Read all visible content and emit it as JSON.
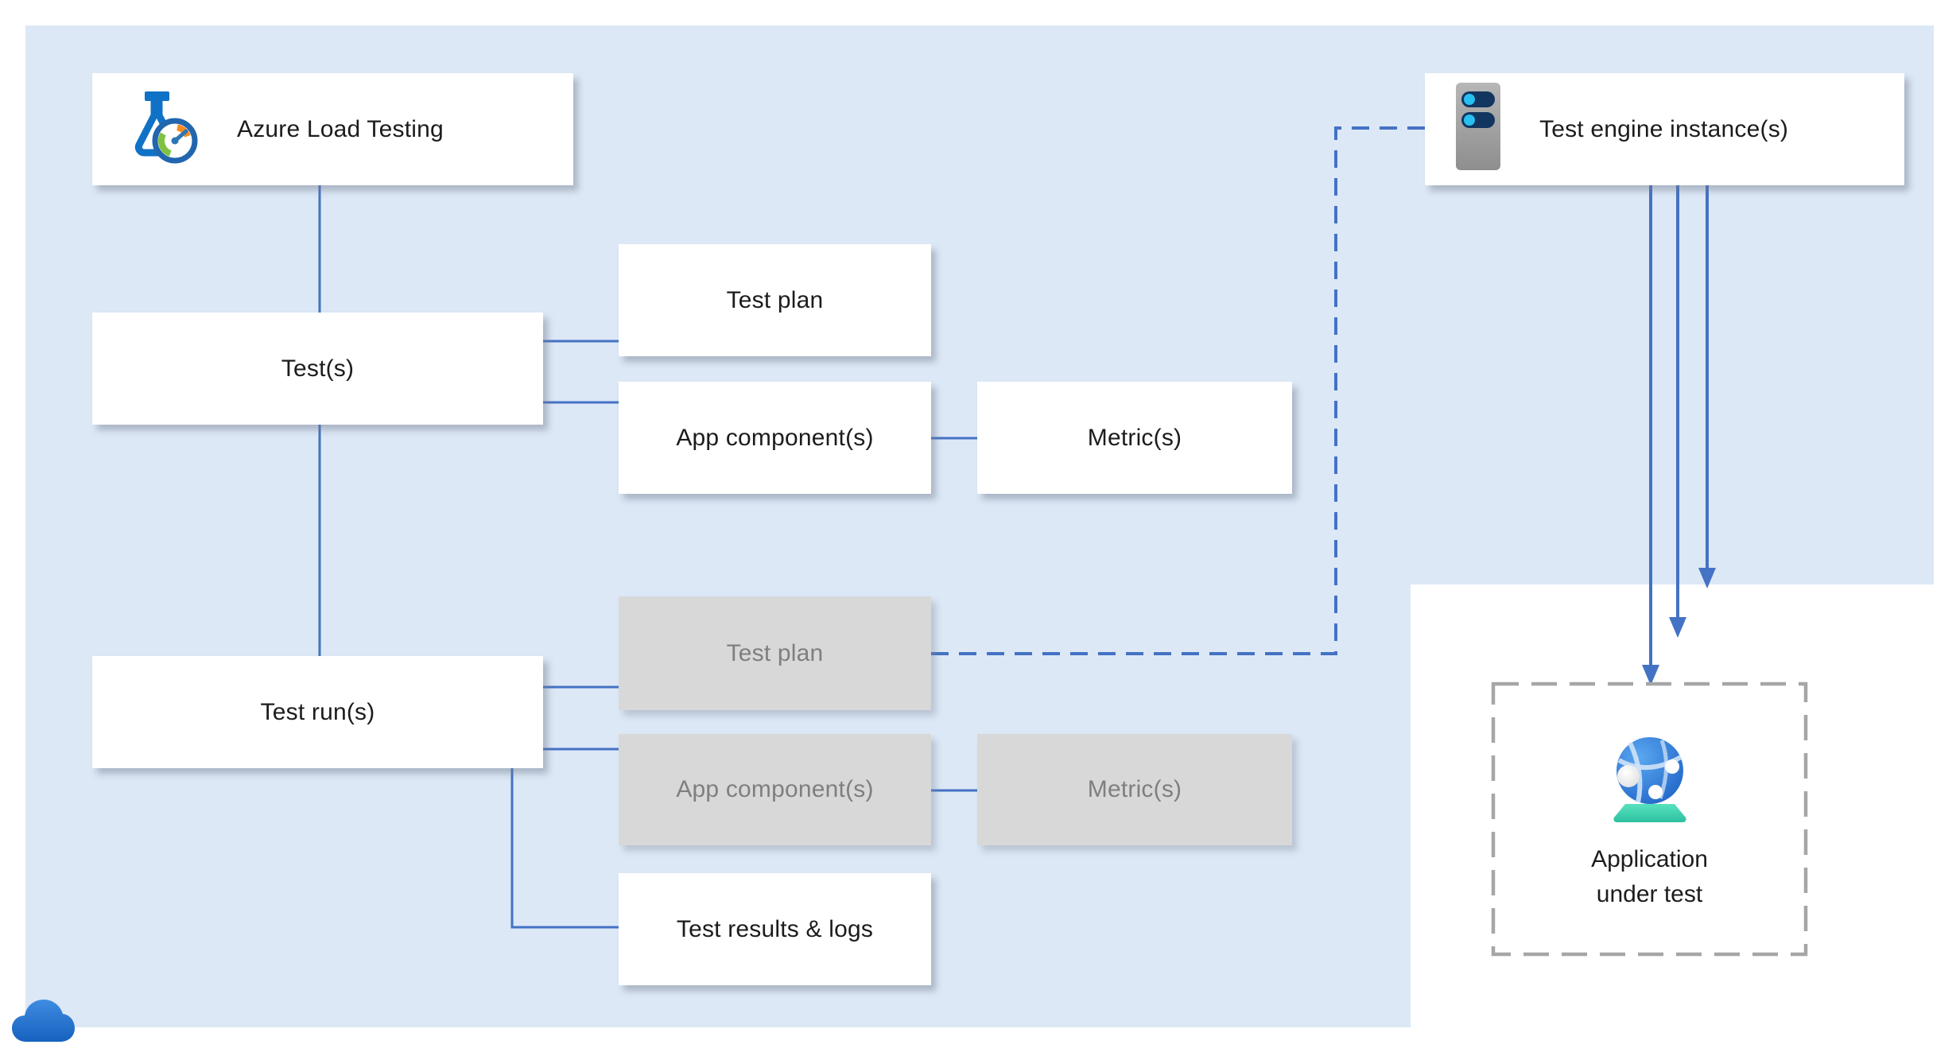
{
  "nodes": {
    "azure_load_testing": {
      "label": "Azure Load Testing"
    },
    "test_engine": {
      "label": "Test engine instance(s)"
    },
    "tests": {
      "label": "Test(s)"
    },
    "test_plan": {
      "label": "Test plan"
    },
    "app_components": {
      "label": "App component(s)"
    },
    "metrics": {
      "label": "Metric(s)"
    },
    "test_runs": {
      "label": "Test run(s)"
    },
    "test_plan_run": {
      "label": "Test plan"
    },
    "app_components_run": {
      "label": "App component(s)"
    },
    "metrics_run": {
      "label": "Metric(s)"
    },
    "test_results": {
      "label": "Test results & logs"
    },
    "application_under_test": {
      "label_line1": "Application",
      "label_line2": "under test"
    }
  },
  "icons": {
    "azure_load_testing": "load-testing-flask-gauge-icon",
    "test_engine": "server-icon",
    "application_under_test": "web-app-globe-icon",
    "bottom_left": "cloud-icon"
  },
  "colors": {
    "canvas_background": "#dce8f6",
    "outer_background": "#ffffff",
    "connector_blue": "#4472c4",
    "node_white": "#ffffff",
    "node_gray": "#d8d8d8",
    "node_gray_text": "#7f7f7f",
    "node_text": "#1c1c1c",
    "dashed_box_border": "#a6a6a6",
    "server_icon_body": "#9a9a9a",
    "server_icon_slot": "#12365f",
    "server_icon_led": "#27c0f0",
    "flask_blue": "#1072c6",
    "gauge_green": "#7fc241",
    "gauge_orange": "#f68b1f",
    "globe_blue": "#2672d8",
    "globe_base_teal": "#3ed2ae",
    "cloud_blue": "#2b7bd4"
  }
}
